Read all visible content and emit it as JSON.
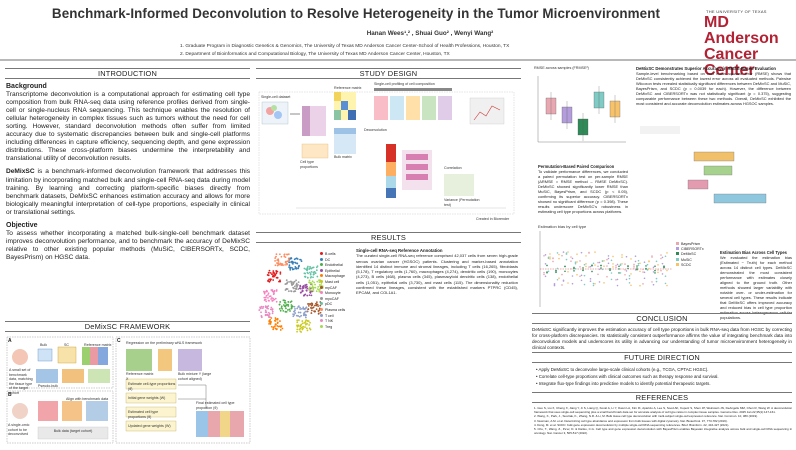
{
  "title": "Benchmark-Informed Deconvolution to Resolve Heterogeneity in the Tumor Microenvironment",
  "authors": "Hanan Wees¹,² , Shuai Guo² , Wenyi Wang²",
  "affiliations": [
    "1. Graduate Program in Diagnostic Genetics & Genomics, The University of Texas MD Anderson Cancer Center-School of Health Professions, Houston, TX",
    "2. Department of Bioinformatics and Computational Biology, The University of Texas MD Anderson Cancer Center, Houston, TX"
  ],
  "logo": {
    "line1": "THE UNIVERSITY OF TEXAS",
    "line2": "MD Anderson",
    "line3": "Cancer Center"
  },
  "sections": {
    "introduction": "INTRODUCTION",
    "study_design": "STUDY DESIGN",
    "results": "RESULTS",
    "framework": "DeMixSC FRAMEWORK",
    "conclusion": "CONCLUSION",
    "future": "FUTURE DIRECTION",
    "references": "REFERENCES"
  },
  "intro": {
    "background_head": "Background",
    "background": "Transcriptome deconvolution is a computational approach for estimating cell type composition from bulk RNA-seq data using reference profiles derived from single-cell or single-nucleus RNA sequencing. This technique enables the resolution of cellular heterogeneity in complex tissues such as tumors without the need for cell sorting. However, standard deconvolution methods often suffer from limited accuracy due to systematic discrepancies between bulk and single-cell platforms including differences in capture efficiency, sequencing depth, and gene expression distributions. These cross-platform biases undermine the interpretability and translational utility of deconvolution results.",
    "demixsc_head": "DeMixSC",
    "demixsc": " is a benchmark-informed deconvolution framework that addresses this limitation by incorporating matched bulk and single-cell RNA-seq data during model training. By learning and correcting platform-specific biases directly from benchmark datasets, DeMixSC enhances estimation accuracy and allows for more biologically meaningful interpretation of cell-type proportions, especially in clinical or translational settings.",
    "objective_head": "Objective",
    "objective": "To assess whether incorporating a matched bulk-single-cell benchmark dataset improves deconvolution performance, and to benchmark the accuracy of DeMixSC relative to other existing popular methods (MuSiC, CIBERSORTx, SCDC, BayesPrism) on HGSC data."
  },
  "study": {
    "label_dataset": "Single-cell dataset",
    "label_ref": "Reference matrix",
    "label_bulk": "Bulk matrix",
    "label_deconv": "Deconvolution",
    "label_celltype": "Cell type proportions",
    "label_var": "Variance (Permutation test)",
    "label_corr": "Correlation",
    "created": "Created in Biorender",
    "sub_header": "Single-cell profiling of cell composition"
  },
  "results": {
    "umap_title": "Single-cell RNA-seq Reference Annotation",
    "umap_text": "The curated single-cell RNA-seq reference comprised 42,037 cells from seven high-grade serous ovarian cancer (HGSOC) patients. Clustering and marker-based annotation identified 14 distinct immune and stromal lineages, including T cells (16,265), fibroblasts (5,178), T regulatory cells (1,760), macrophages (4,274), dendritic cells (190), monocytes (4,273), B cells (468), plasma cells (345), plasmacytoid dendritic cells (138), endothelial cells (1,051), epithelial cells (3,730), and mast cells (115). The dimensionality reduction confirmed these lineages, consistent with the established markers PTPRC (CD45), EPCAM, and COL1A1.",
    "legend_items": [
      "B cells",
      "DC",
      "Endothelial",
      "Epithelial",
      "Macrophage",
      "Mast cell",
      "myCAF",
      "Monocyte",
      "myoCAF",
      "pDC",
      "Plasma cells",
      "T cell",
      "T NK",
      "Treg"
    ],
    "legend_colors": [
      "#e41a1c",
      "#377eb8",
      "#4daf4a",
      "#984ea3",
      "#ff7f00",
      "#c9c918",
      "#a65628",
      "#f781bf",
      "#999999",
      "#66c2a5",
      "#fc8d62",
      "#8da0cb",
      "#e78ac3",
      "#a6d854"
    ],
    "perm_title": "Permutation-Based Paired Comparison",
    "perm_text": "To validate performance differences, we conducted a paired permutation test on per-sample RMSE (ΔRMSE = RMSE method – RMSE DeMixSC). DeMixSC showed significantly lower RMSE than MuSiC, BayesPrism, and SCDC (p < 0.05), confirming its superior accuracy. CIBERSORTx showed no significant difference (p = 0.398). These results underscore DeMixSC’s robustness in estimating cell type proportions across platforms.",
    "est_bias_title": "Estimation bias by cell type",
    "rmse_title": "RMSE across samples (FRMSE²)",
    "methods": [
      "BayesPrism",
      "CIBERSORTx",
      "DeMixSC",
      "MuSiC",
      "SCDC"
    ],
    "method_colors": [
      "#e7a8b1",
      "#b39ddb",
      "#2e8b57",
      "#80cbc4",
      "#f6c36b"
    ],
    "accuracy_title": "DeMixSC Demonstrates Superior Accuracy in RMSE-Based Evaluation",
    "accuracy_text": "Sample-level benchmarking based on root mean squared error (RMSE) shows that DeMixSC consistently achieved the lowest error across all evaluated methods. Pairwise Wilcoxon tests revealed statistically significant differences between DeMixSC and MuSiC, BayesPrism, and SCDC (p = 0.0039 for each). However, the difference between DeMixSC and CIBERSORTx was not statistically significant (p = 0.375), suggesting comparable performance between these two methods. Overall, DeMixSC exhibited the most consistent and accurate deconvolution estimates across HGSOC samples.",
    "est_bias_head": "Estimation Bias Across Cell Types",
    "est_bias_text": "We evaluated the estimation bias (Estimated − Truth) for each method across 14 distinct cell types. DeMixSC demonstrated the most consistent performance with estimates closely aligned to the ground truth. Other methods showed larger variability with notable over- or under-estimation for several cell types. These results indicate that DeMixSC offers improved accuracy and reduced bias in cell type proportion estimation across heterogeneous cellular populations."
  },
  "framework": {
    "a_label": "A",
    "b_label": "B",
    "c_label": "C",
    "cap_a": "A small set of benchmark data, matching the tissue type of the target cohort",
    "cap_b": "A single-omic cohort to be deconvolved",
    "bulk": "Bulk",
    "sc": "SC",
    "ref_matrix": "Reference matrix",
    "pseudo_bulk": "Pseudo-bulk",
    "labels_c": [
      "Regression on the preliminary wNLS framework",
      "Reference matrix X",
      "Bulk mixture Y (large cohort aligned)",
      "Estimate cell-type proportions (θ̂)",
      "Initial gene weights (W)",
      "Estimated cell type proportions (θ)",
      "Updated gene weights (W)",
      "Final estimated cell type proportion (θ)"
    ],
    "bulk_data": "Bulk data (target cohort)",
    "align": "Align with benchmark data"
  },
  "conclusion": "DeMixSC significantly improves the estimation accuracy of cell type proportions in bulk RNA-seq data from HGSC by correcting for cross-platform discrepancies. Its statistically consistent outperformance affirms the value of integrating benchmark data into deconvolution models and underscores its utility in advancing our understanding of tumor microenvironment heterogeneity in clinical contexts.",
  "future": [
    "Apply DeMixSC to deconvolve large-scale clinical cohorts (e.g., TCGA, CPTAC HGSC).",
    "Correlate cell-type proportions with clinical outcomes such as therapy response and survival.",
    "Integrate flux-type findings into predictive models to identify potential therapeutic targets."
  ],
  "references": [
    "Guo S, Liu X, Cheng X, Jiang Y, Ji S, Liang Q, Koval A, Li Y, Owen LA, Kim IK, Aparicio A, Lee S, Sood AK, Kopetz S, Shen JP, Weinstein JN, DeAngelis MM, Chen R, Wang W. A deconvolution framework that uses single-cell sequencing plus a small benchmark data set for accurate analysis of cell type ratios in complex tissue samples. Genome Res. 2025 Jan 22;35(1):147-161.",
    "Wang, X., Park, J., Susztak, K., Zhang, N.R. & Li, M. Bulk tissue cell type deconvolution with multi-subject single-cell expression reference. Nat. Commun. 10, 380 (2019).",
    "Newman, A.M. et al. Determining cell type abundance and expression from bulk tissues with digital cytometry. Nat. Biotechnol. 37, 773-782 (2019).",
    "Dong, M. et al. SCDC: bulk gene expression deconvolution by multiple single-cell RNA sequencing references. Brief. Bioinform. 22, 416-427 (2021).",
    "Chu, T., Wang, Z., Pe'er, D. & Danko, C.G. Cell type and gene expression deconvolution with BayesPrism enables Bayesian integrative analysis across bulk and single-cell RNA sequencing in oncology. Nat. Cancer 3, 505-517 (2022)."
  ]
}
